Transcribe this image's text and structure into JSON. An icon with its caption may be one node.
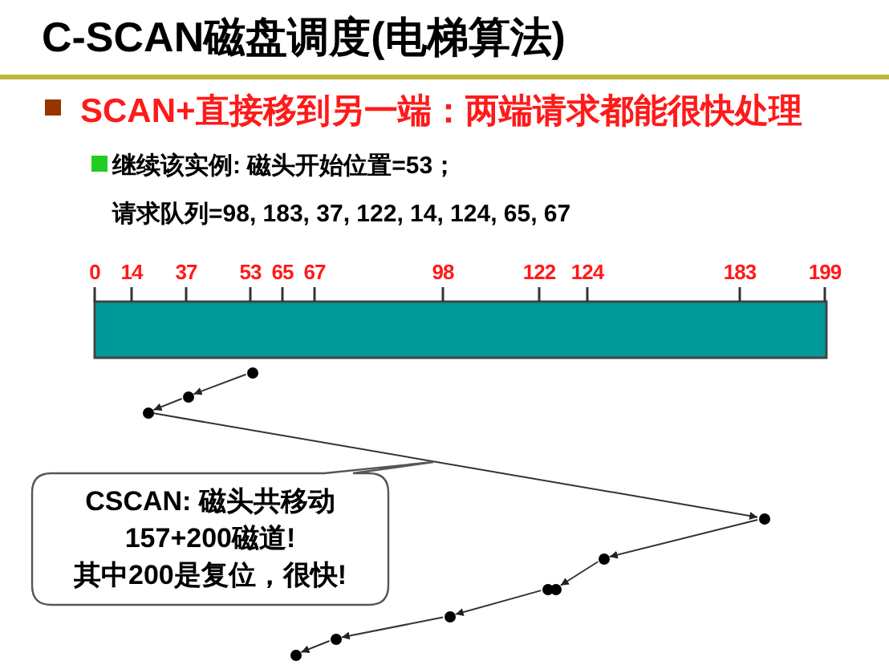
{
  "diagram": {
    "title": "C-SCAN磁盘调度(电梯算法)",
    "nodes": [
      {
        "text": [],
        "shape": "circle"
      },
      {
        "text": [],
        "shape": "circle"
      },
      {
        "text": [],
        "shape": "circle"
      },
      {
        "text": [
          "CSCAN: 磁头共移动",
          "157+200磁道!",
          "其中200是复位，很快!"
        ]
      },
      {
        "text": [],
        "shape": "circle"
      },
      {
        "text": [],
        "shape": "circle"
      },
      {
        "text": [],
        "shape": "circle"
      },
      {
        "text": [],
        "shape": "circle"
      },
      {
        "text": [],
        "shape": "circle"
      },
      {
        "text": [],
        "shape": "circle"
      },
      {
        "text": [],
        "shape": "circle"
      }
    ],
    "edges": [
      {
        "from": 0,
        "to": 1,
        "arrow": "to"
      },
      {
        "from": 1,
        "to": 2,
        "arrow": "to"
      },
      {
        "from": 2,
        "to": 4,
        "arrow": "to"
      },
      {
        "from": 4,
        "to": 5,
        "arrow": "to"
      },
      {
        "from": 5,
        "to": 7,
        "arrow": "to"
      },
      {
        "from": 6,
        "to": 8,
        "arrow": "to"
      },
      {
        "from": 8,
        "to": 9,
        "arrow": "to"
      },
      {
        "from": 9,
        "to": 10,
        "arrow": "to"
      }
    ],
    "labels": [
      "SCAN+直接移到另一端：两端请求都能很快处理",
      "继续该实例: 磁头开始位置=53；",
      "请求队列=98, 183, 37, 122, 14, 124, 65, 67",
      "0",
      "14",
      "37",
      "53",
      "65",
      "67",
      "98",
      "122",
      "124",
      "183",
      "199"
    ]
  }
}
